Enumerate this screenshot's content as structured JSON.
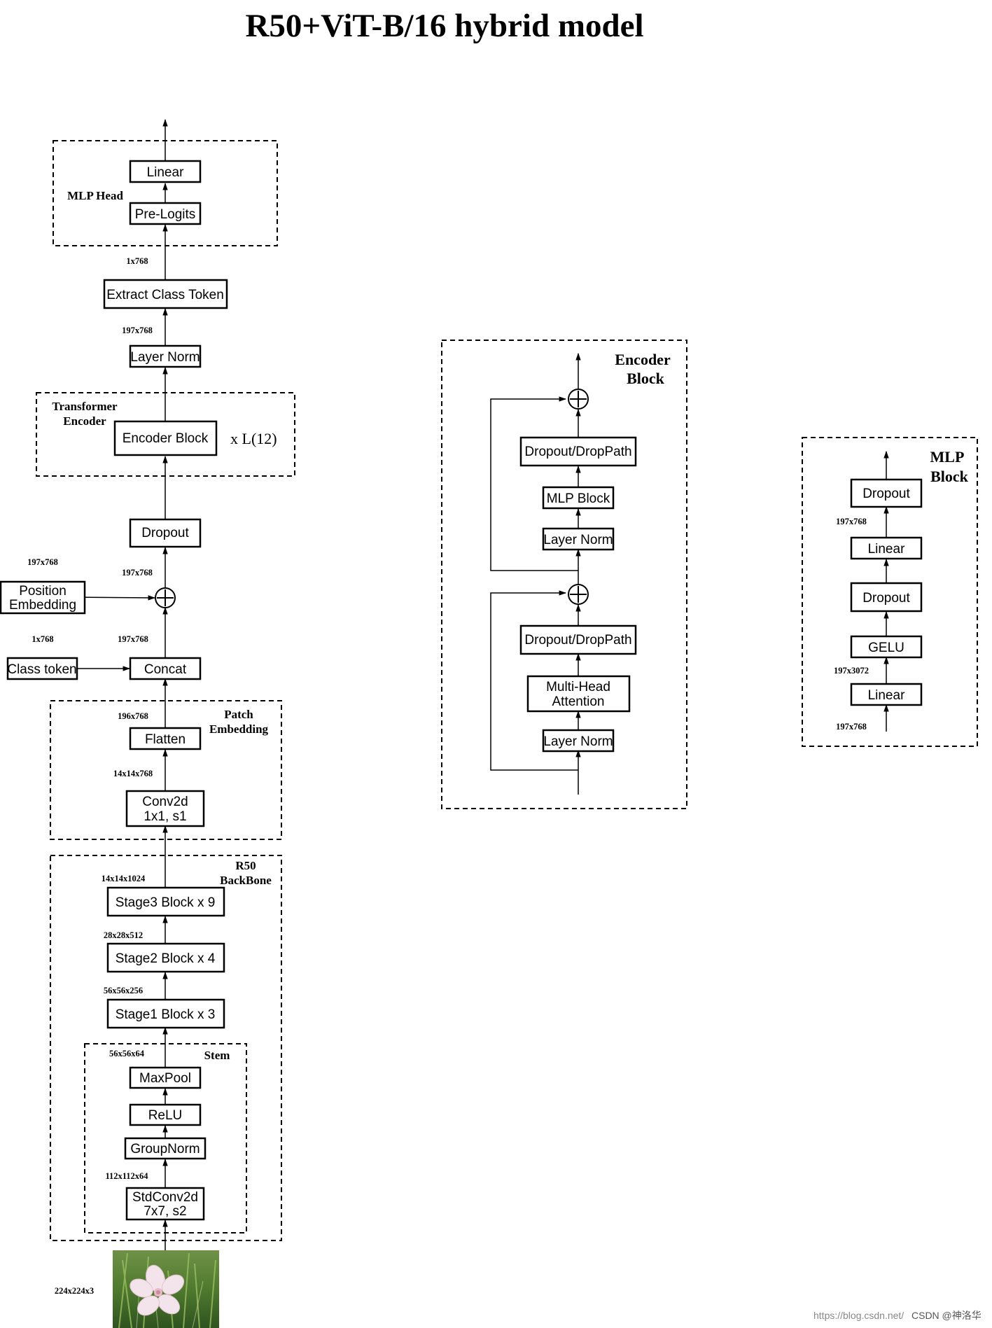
{
  "title": "R50+ViT-B/16 hybrid model",
  "main": {
    "boxes": {
      "linear": "Linear",
      "pre_logits": "Pre-Logits",
      "extract_class_token": "Extract Class Token",
      "layer_norm": "Layer Norm",
      "encoder_block": "Encoder Block",
      "dropout": "Dropout",
      "position_embedding": [
        "Position",
        "Embedding"
      ],
      "class_token": "Class token",
      "concat": "Concat",
      "flatten": "Flatten",
      "conv2d": [
        "Conv2d",
        "1x1, s1"
      ],
      "stage3": "Stage3 Block x 9",
      "stage2": "Stage2 Block x 4",
      "stage1": "Stage1 Block x 3",
      "maxpool": "MaxPool",
      "relu": "ReLU",
      "groupnorm": "GroupNorm",
      "stdconv2d": [
        "StdConv2d",
        "7x7, s2"
      ]
    },
    "groups": {
      "mlp_head": [
        "MLP Head"
      ],
      "transformer_encoder": [
        "Transformer",
        "Encoder"
      ],
      "patch_embedding": [
        "Patch",
        "Embedding"
      ],
      "r50_backbone": [
        "R50",
        "BackBone"
      ],
      "stem": [
        "Stem"
      ]
    },
    "repeat_label": "x L(12)",
    "dims": {
      "after_class_token": "1x768",
      "after_layer_norm": "197x768",
      "after_add": "197x768",
      "pos_embedding": "197x768",
      "class_token": "1x768",
      "after_concat": "197x768",
      "after_flatten": "196x768",
      "after_conv": "14x14x768",
      "after_stage3": "14x14x1024",
      "after_stage2": "28x28x512",
      "after_stage1": "56x56x256",
      "after_maxpool": "56x56x64",
      "after_stdconv": "112x112x64",
      "input": "224x224x3"
    }
  },
  "encoder_detail": {
    "title": [
      "Encoder",
      "Block"
    ],
    "boxes": {
      "dropout_top": "Dropout/DropPath",
      "mlp_block": "MLP Block",
      "layer_norm_top": "Layer Norm",
      "dropout_bottom": "Dropout/DropPath",
      "mha": [
        "Multi-Head",
        "Attention"
      ],
      "layer_norm_bottom": "Layer Norm"
    }
  },
  "mlp_detail": {
    "title": [
      "MLP",
      "Block"
    ],
    "boxes": {
      "dropout_top": "Dropout",
      "linear_top": "Linear",
      "dropout_mid": "Dropout",
      "gelu": "GELU",
      "linear_bottom": "Linear"
    },
    "dims": {
      "after_dropout": "197x768",
      "after_linear": "197x3072",
      "input": "197x768"
    }
  },
  "watermark": {
    "url": "https://blog.csdn.net/",
    "credit": "CSDN @神洛华"
  }
}
